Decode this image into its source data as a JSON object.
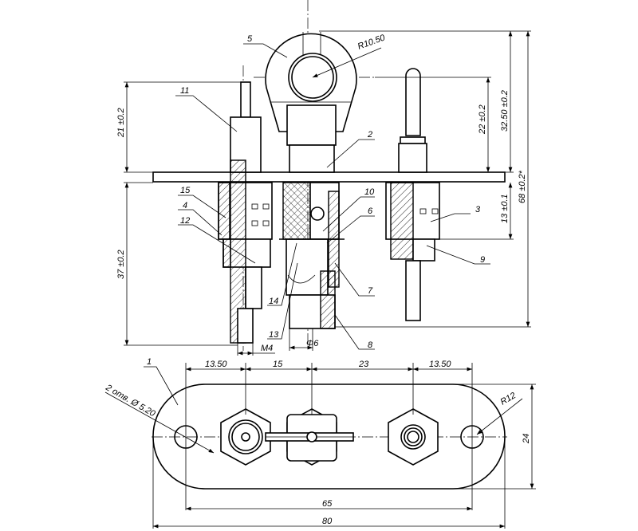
{
  "title": "Pilot burner assembly drawing",
  "colors": {
    "line": "#000000",
    "background": "#ffffff"
  },
  "front_view": {
    "part_labels": [
      "5",
      "11",
      "2",
      "15",
      "4",
      "12",
      "10",
      "6",
      "3",
      "9",
      "7",
      "14",
      "13",
      "8"
    ],
    "dimensions": {
      "radius": "R10.50",
      "d21": "21 ±0.2",
      "d37": "37 ±0.2",
      "d22": "22 ±0.2",
      "d32": "32.50 ±0.2",
      "d68": "68 ±0.2*",
      "d13": "13 ±0.1",
      "phi6": "Φ6",
      "m4": "M4"
    }
  },
  "top_view": {
    "part_label": "1",
    "holes_note": "2 отв. Ø 5.20",
    "radius": "R12",
    "spacing": [
      "13.50",
      "15",
      "23",
      "13.50"
    ],
    "width_inner": "65",
    "width_total": "80",
    "height": "24"
  }
}
